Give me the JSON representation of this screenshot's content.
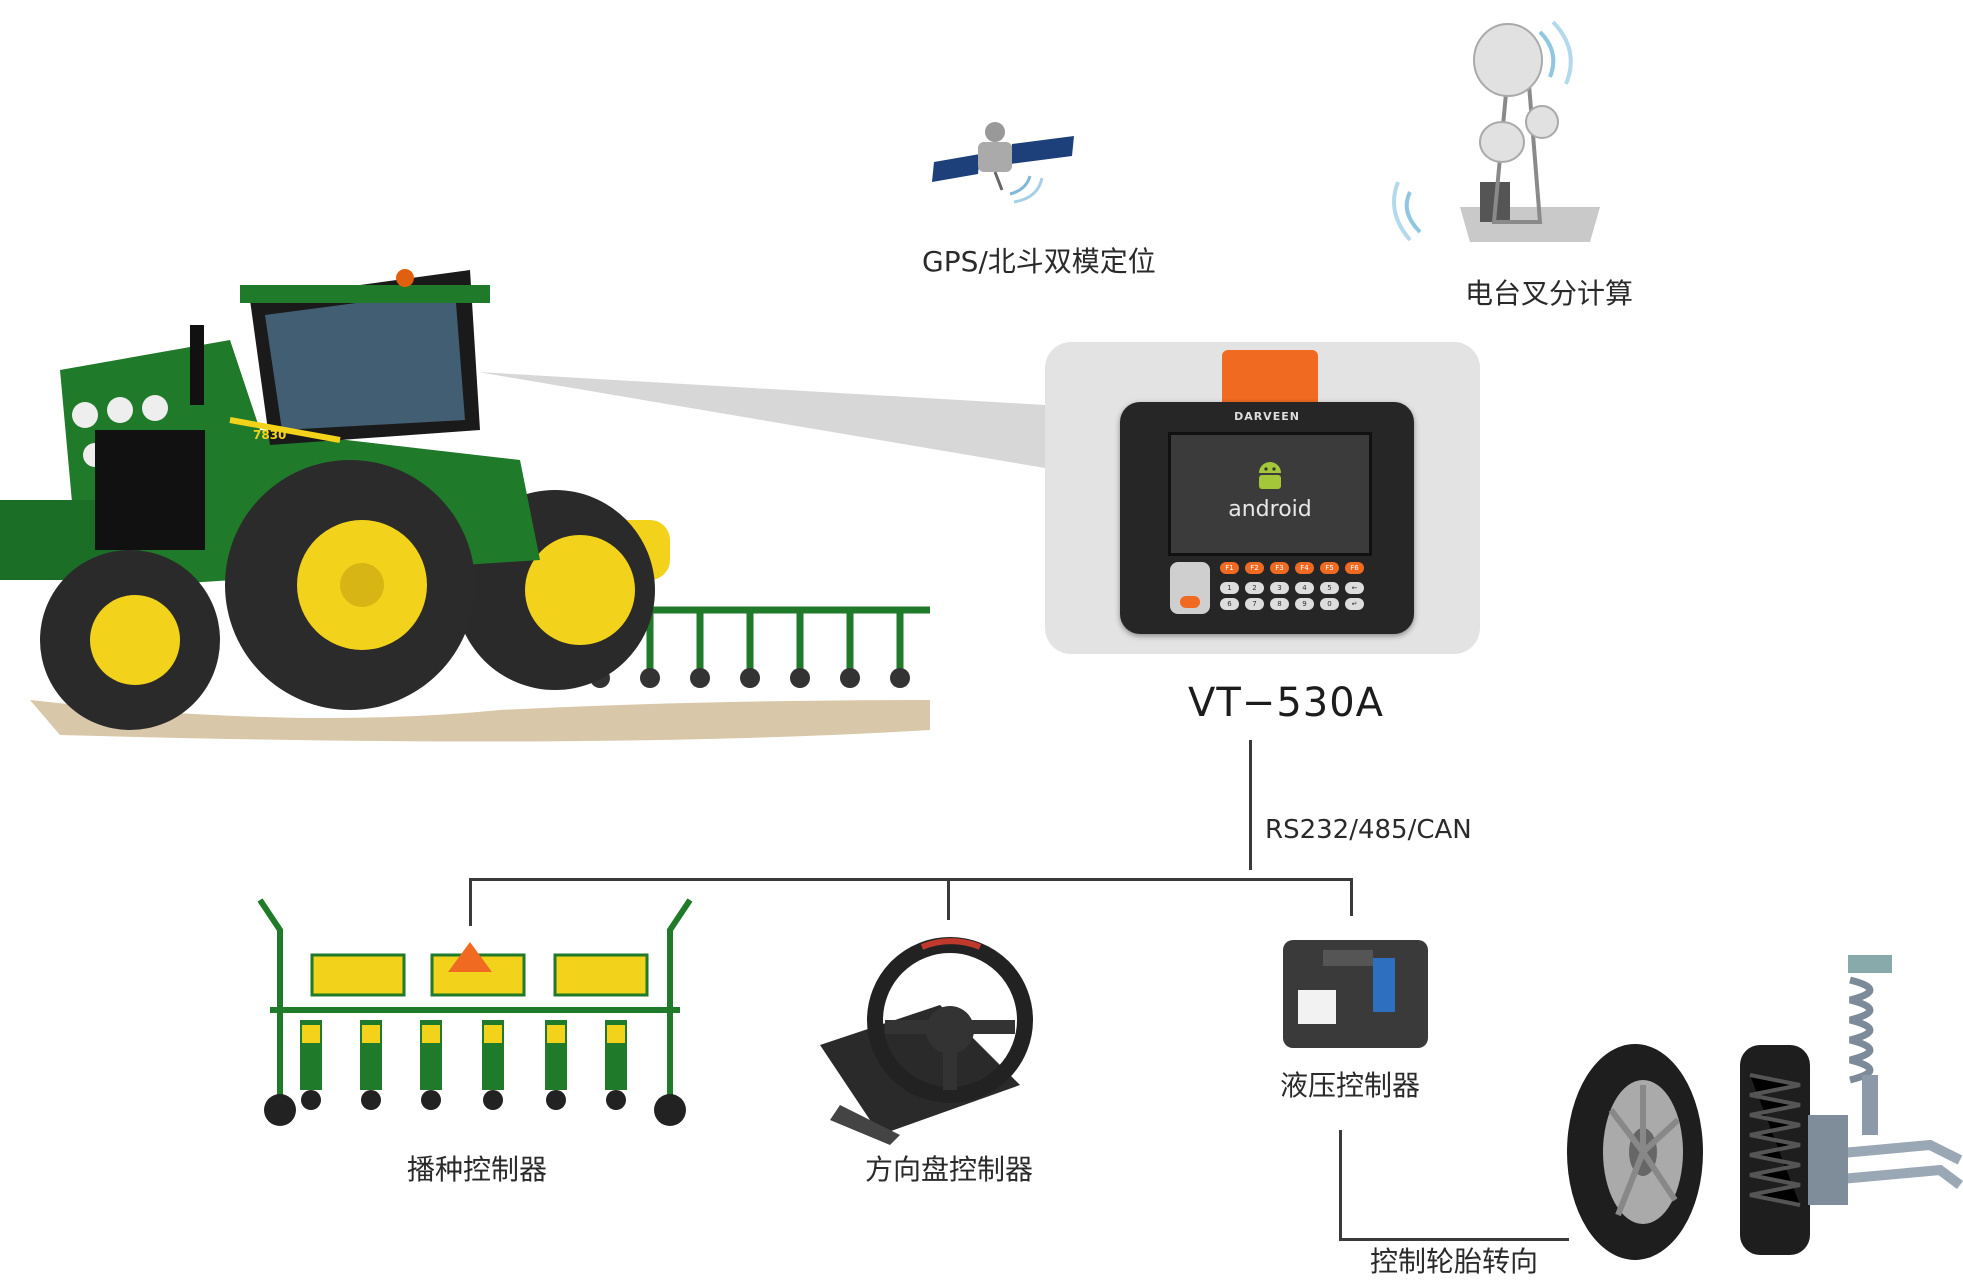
{
  "labels": {
    "gps": "GPS/北斗双模定位",
    "radio": "电台叉分计算",
    "model": "VT−530A",
    "bus": "RS232/485/CAN",
    "seeder": "播种控制器",
    "steering": "方向盘控制器",
    "hydraulic": "液压控制器",
    "tire": "控制轮胎转向"
  },
  "device": {
    "brand": "DARVEEN",
    "os": "android",
    "fkeys": [
      "F1",
      "F2",
      "F3",
      "F4",
      "F5",
      "F6"
    ],
    "numkeys": [
      "1",
      "2",
      "3",
      "4",
      "5",
      "←",
      "6",
      "7",
      "8",
      "9",
      "0",
      "↵"
    ]
  },
  "tractor": {
    "badge": "7830"
  },
  "colors": {
    "tractor_green": "#1f7a2a",
    "tractor_yellow": "#f2d21a",
    "device_orange": "#f06a22",
    "panel_gray": "#e3e3e3",
    "line_dark": "#3a3a3a"
  }
}
